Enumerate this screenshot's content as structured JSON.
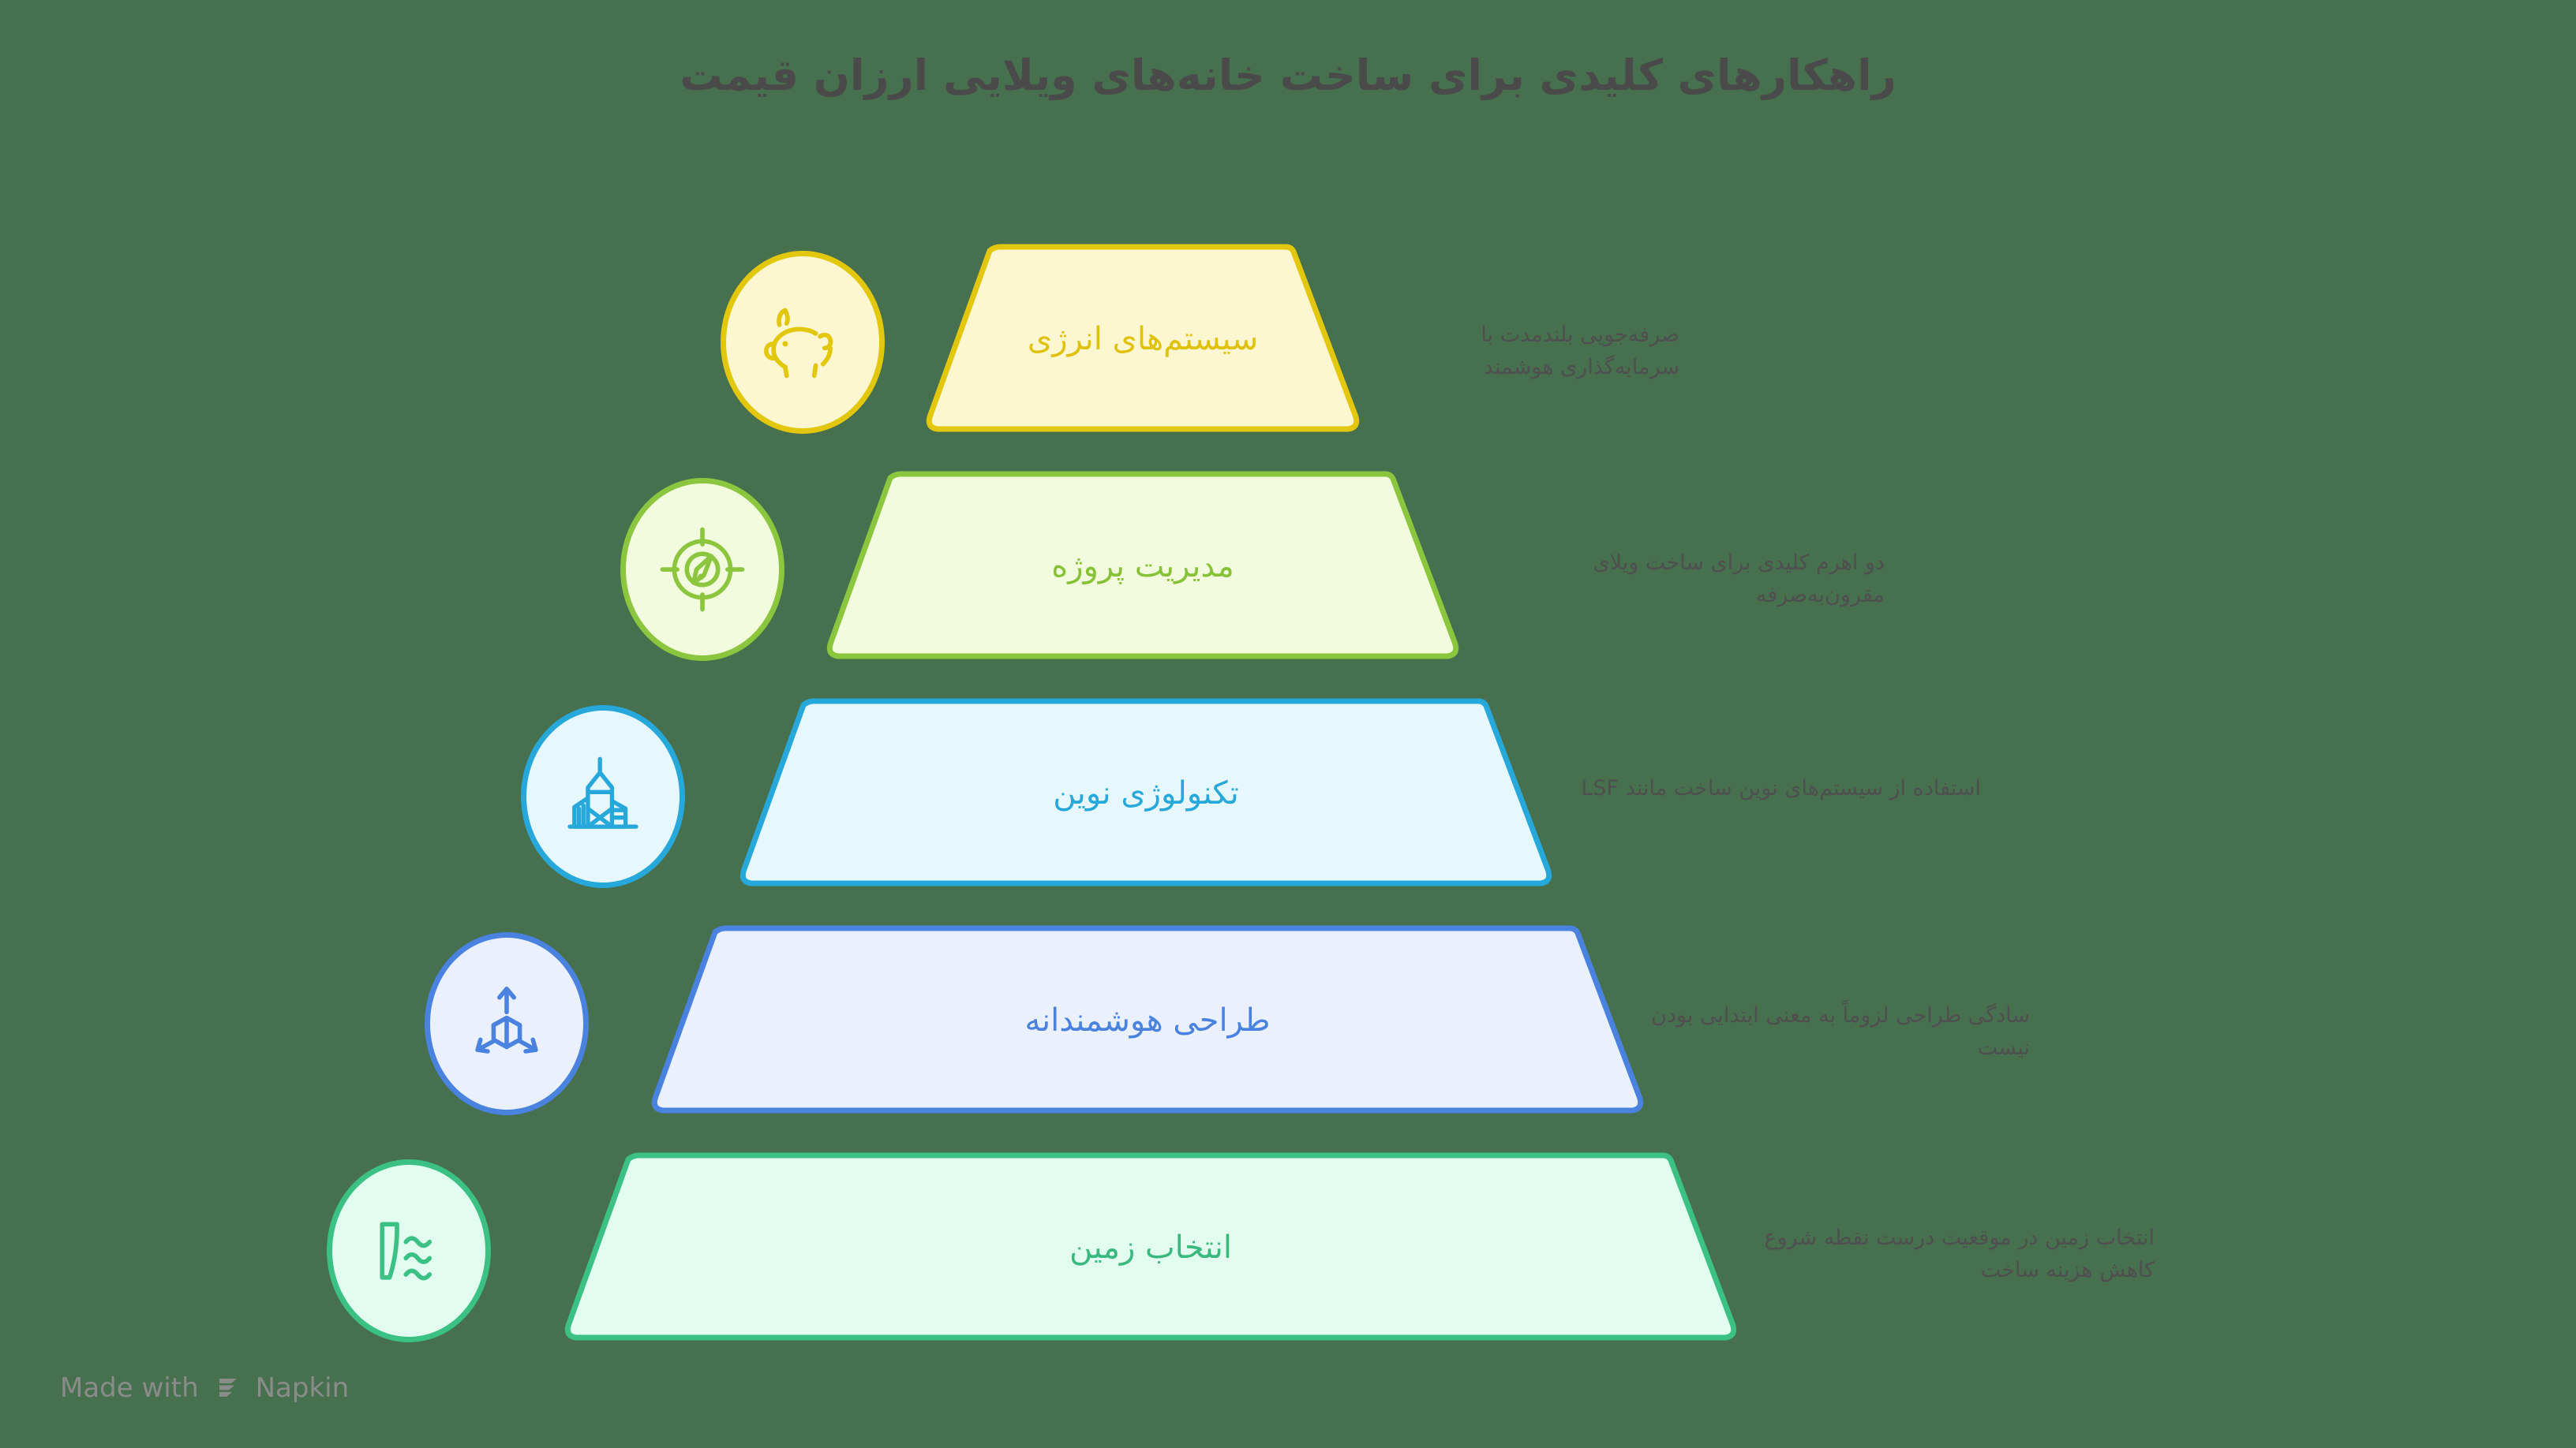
{
  "title": "راهکارهای کلیدی برای ساخت خانه‌های ویلایی ارزان قیمت",
  "watermark": {
    "prefix": "Made with",
    "brand": "Napkin",
    "logo_icon": "napkin-triangle-logo"
  },
  "chart_data": {
    "type": "pyramid",
    "title": "راهکارهای کلیدی برای ساخت خانه‌های ویلایی ارزان قیمت",
    "orientation": "apex-top",
    "level_count": 5,
    "levels": [
      {
        "rank": 1,
        "label": "سیستم‌های انرژی",
        "note": "صرفه‌جویی بلندمدت با سرمایه‌گذاری هوشمند",
        "icon": "piggy-bank-icon",
        "border_color": "#e3c70d",
        "fill_color": "#fcf6d1",
        "text_color": "#e0c20c",
        "width_ratio": 0.3
      },
      {
        "rank": 2,
        "label": "مدیریت پروژه",
        "note": "دو اهرم کلیدی برای ساخت ویلای مقرون‌به‌صرفه",
        "icon": "target-compass-icon",
        "border_color": "#8cc63e",
        "fill_color": "#f3fbdf",
        "text_color": "#86c235",
        "width_ratio": 0.42
      },
      {
        "rank": 3,
        "label": "تکنولوژی نوین",
        "note": "استفاده از سیستم‌های نوین ساخت مانند LSF",
        "icon": "skyscraper-building-icon",
        "border_color": "#26a8da",
        "fill_color": "#e6f7fd",
        "text_color": "#26a8da",
        "width_ratio": 0.54
      },
      {
        "rank": 4,
        "label": "طراحی هوشمندانه",
        "note": "سادگی طراحی لزوماً به معنی ابتدایی بودن نیست",
        "icon": "three-axis-3d-icon",
        "border_color": "#4a82e0",
        "fill_color": "#eaf0fd",
        "text_color": "#4a82e0",
        "width_ratio": 0.66
      },
      {
        "rank": 5,
        "label": "انتخاب زمین",
        "note": "انتخاب زمین در موقعیت درست نقطه شروع کاهش هزینه ساخت",
        "icon": "dam-water-icon",
        "border_color": "#3ac183",
        "fill_color": "#e2fcef",
        "text_color": "#3ab97f",
        "width_ratio": 0.78
      }
    ]
  }
}
